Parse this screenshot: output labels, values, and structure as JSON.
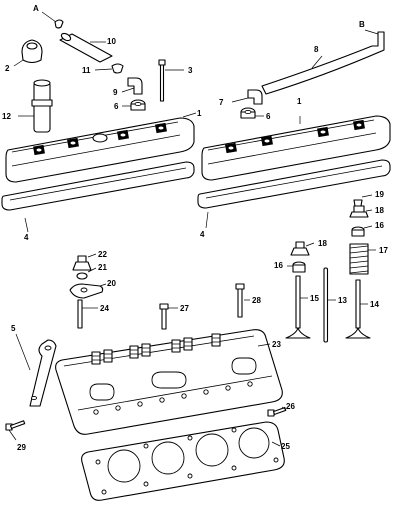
{
  "callouts": {
    "A": "A",
    "B": "B",
    "c1a": "1",
    "c1b": "1",
    "c2": "2",
    "c3": "3",
    "c4a": "4",
    "c4b": "4",
    "c5": "5",
    "c6a": "6",
    "c6b": "6",
    "c7": "7",
    "c8": "8",
    "c9": "9",
    "c10": "10",
    "c11": "11",
    "c12": "12",
    "c13": "13",
    "c14": "14",
    "c15": "15",
    "c16a": "16",
    "c16b": "16",
    "c17": "17",
    "c18a": "18",
    "c18b": "18",
    "c19": "19",
    "c20": "20",
    "c21": "21",
    "c22": "22",
    "c23": "23",
    "c24": "24",
    "c25": "25",
    "c26": "26",
    "c27": "27",
    "c28": "28",
    "c29": "29"
  }
}
